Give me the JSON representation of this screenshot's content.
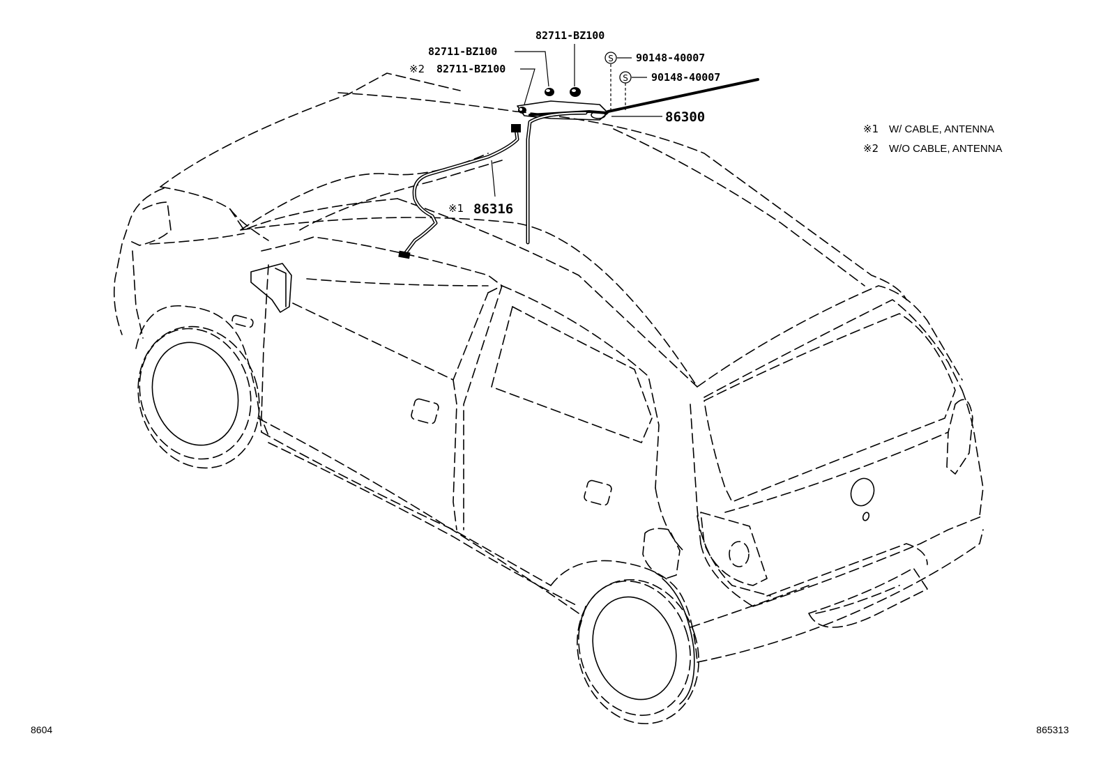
{
  "callouts": {
    "c1": {
      "text": "82711-BZ100"
    },
    "c2": {
      "text": "82711-BZ100"
    },
    "c3": {
      "mark": "※2",
      "text": "82711-BZ100"
    },
    "c4": {
      "text": "90148-40007",
      "icon": "S"
    },
    "c5": {
      "text": "90148-40007",
      "icon": "S"
    },
    "c6": {
      "text": "86300"
    },
    "c7": {
      "mark": "※1",
      "text": "86316"
    }
  },
  "legend": [
    {
      "mark": "※1",
      "text": "W/ CABLE, ANTENNA"
    },
    {
      "mark": "※2",
      "text": "W/O CABLE, ANTENNA"
    }
  ],
  "footer": {
    "left": "8604",
    "right": "865313"
  }
}
